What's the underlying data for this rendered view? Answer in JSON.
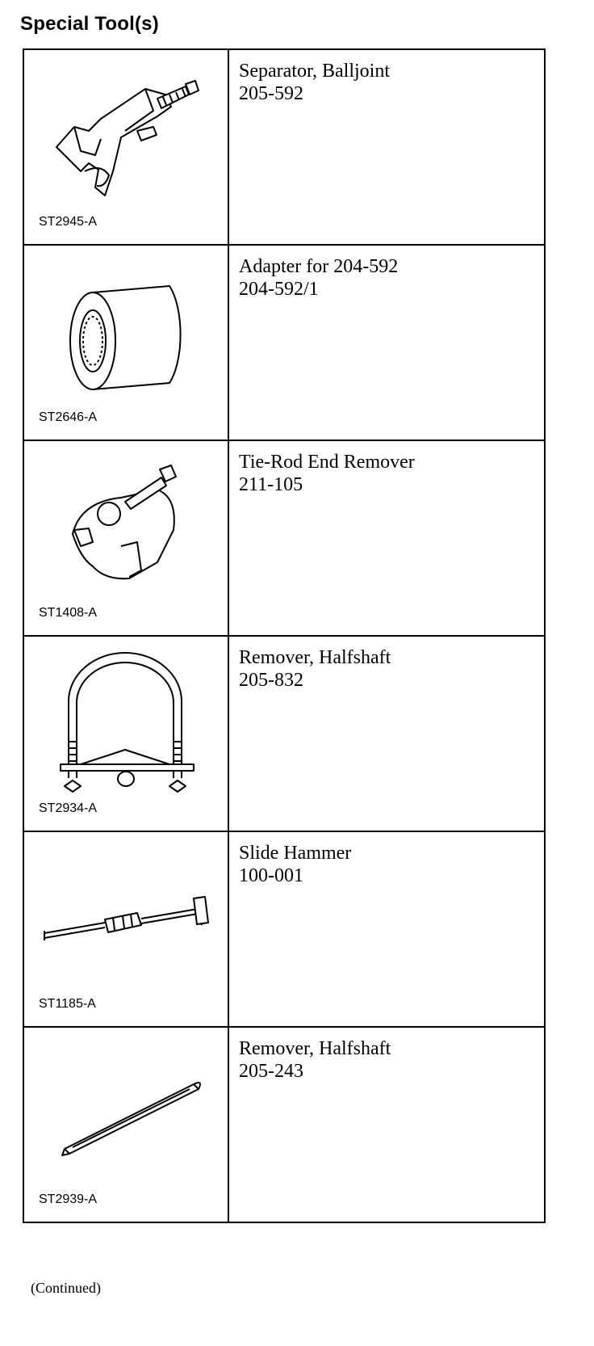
{
  "page": {
    "title": "Special Tool(s)",
    "footer": "(Continued)"
  },
  "tools": [
    {
      "name": "Separator, Balljoint",
      "number": "205-592",
      "code": "ST2945-A",
      "icon": "balljoint-separator-icon"
    },
    {
      "name": "Adapter for 204-592",
      "number": "204-592/1",
      "code": "ST2646-A",
      "icon": "adapter-sleeve-icon"
    },
    {
      "name": "Tie-Rod End Remover",
      "number": "211-105",
      "code": "ST1408-A",
      "icon": "tie-rod-remover-icon"
    },
    {
      "name": "Remover, Halfshaft",
      "number": "205-832",
      "code": "ST2934-A",
      "icon": "u-bolt-remover-icon"
    },
    {
      "name": "Slide Hammer",
      "number": "100-001",
      "code": "ST1185-A",
      "icon": "slide-hammer-icon"
    },
    {
      "name": "Remover, Halfshaft",
      "number": "205-243",
      "code": "ST2939-A",
      "icon": "rod-remover-icon"
    }
  ]
}
